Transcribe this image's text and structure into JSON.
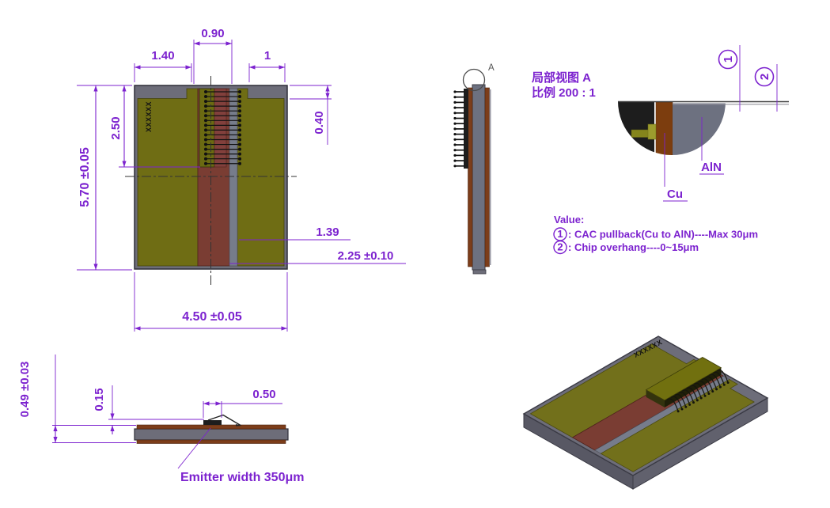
{
  "colors": {
    "annotation_purple": "#7c22cf",
    "gold_pad": "#6f6d14",
    "carrier_gray": "#6d6d79",
    "copper_red": "#7a3d33",
    "copper_orange": "#7c3d0e",
    "aln_gray": "#6d7180",
    "chip_black": "#1d1d1d"
  },
  "top_view": {
    "marking": "XXXXXX",
    "dims": {
      "width_left": "1.40",
      "width_center": "0.90",
      "width_right": "1",
      "notch_height": "0.40",
      "pad_height": "2.50",
      "total_height": "5.70 ±0.05",
      "feature_1": "1.39",
      "feature_2": "2.25 ±0.10",
      "total_width": "4.50 ±0.05"
    }
  },
  "side_view": {
    "detail_label": "A"
  },
  "detail_view": {
    "title": "局部视图 A",
    "scale": "比例 200 : 1",
    "callout1": "1",
    "callout2": "2",
    "label_cu": "Cu",
    "label_aln": "AlN"
  },
  "notes": {
    "title": "Value:",
    "item1_num": "1",
    "item1_text": ":  CAC pullback(Cu to AlN)----Max 30μm",
    "item2_num": "2",
    "item2_text": ":  Chip overhang----0~15μm"
  },
  "front_view": {
    "dims": {
      "total_height": "0.49 ±0.03",
      "chip_height": "0.15",
      "chip_length": "0.50"
    },
    "emitter_note": "Emitter width 350μm"
  },
  "iso_view": {
    "marking": "XXXXXX"
  }
}
